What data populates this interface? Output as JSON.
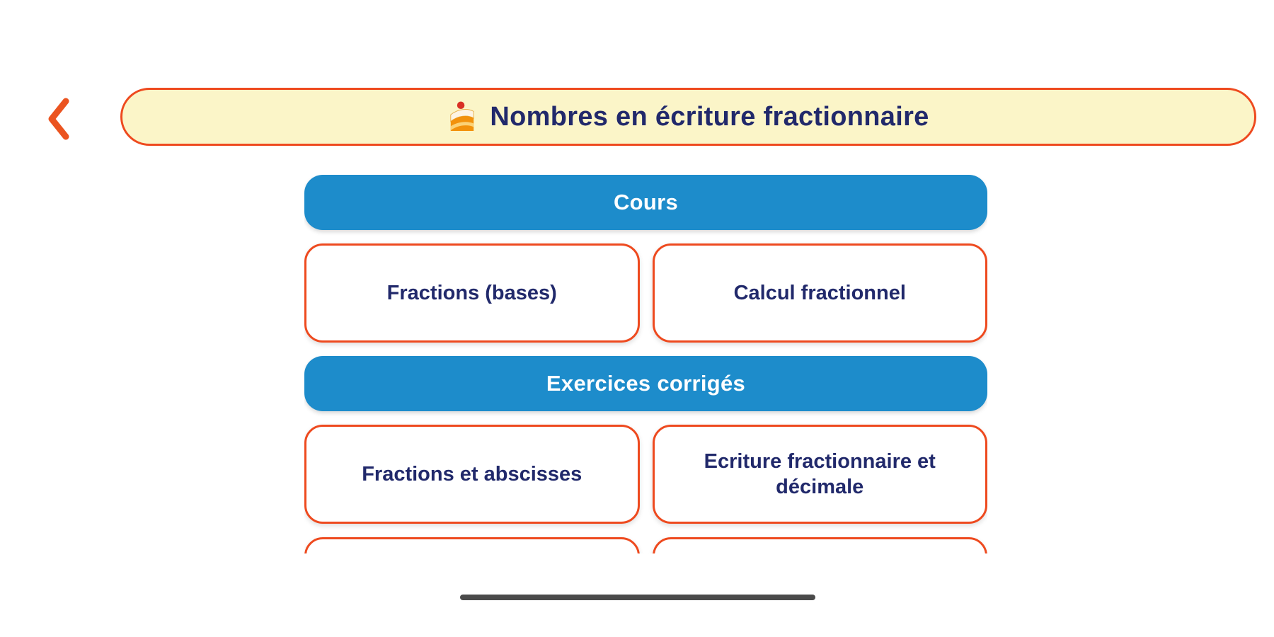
{
  "header": {
    "title": "Nombres en écriture fractionnaire",
    "title_icon": "cake-slice",
    "back_icon": "chevron-left"
  },
  "sections": {
    "cours_label": "Cours",
    "exercices_label": "Exercices corrigés"
  },
  "cards": {
    "row1": [
      "Fractions (bases)",
      "Calcul fractionnel"
    ],
    "row2": [
      "Fractions et abscisses",
      "Ecriture fractionnaire et décimale"
    ]
  },
  "colors": {
    "page_bg": "#FFFFFF",
    "orange": "#EE4A1F",
    "yellow_bg": "#FBF5C8",
    "blue": "#1D8CCB",
    "navy": "#21296B",
    "white_text": "#FFFFFF",
    "gesture_bar": "#4A4A4A"
  }
}
